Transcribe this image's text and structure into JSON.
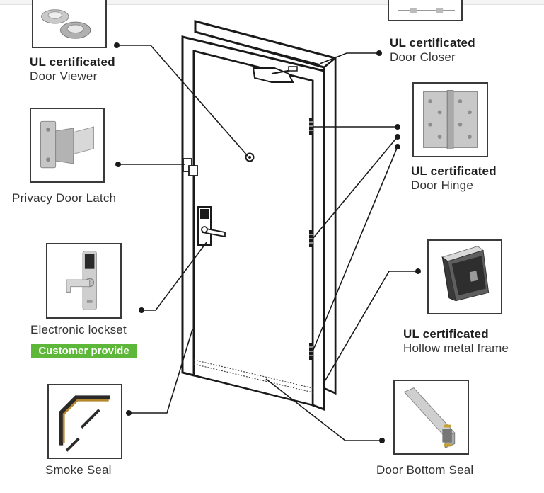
{
  "components": {
    "door_viewer": {
      "cert": "UL certificated",
      "name": "Door Viewer",
      "icon": "door-viewer-icon"
    },
    "door_closer": {
      "cert": "UL certificated",
      "name": "Door Closer",
      "icon": "door-closer-icon"
    },
    "privacy_latch": {
      "name": "Privacy Door Latch",
      "icon": "privacy-latch-icon"
    },
    "door_hinge": {
      "cert": "UL certificated",
      "name": "Door Hinge",
      "icon": "hinge-icon"
    },
    "lockset": {
      "name": "Electronic lockset",
      "badge": "Customer provide",
      "icon": "lockset-icon"
    },
    "frame": {
      "cert": "UL certificated",
      "name": "Hollow metal frame",
      "icon": "frame-icon"
    },
    "smoke_seal": {
      "name": "Smoke Seal",
      "icon": "smoke-seal-icon"
    },
    "bottom_seal": {
      "name": "Door Bottom Seal",
      "icon": "bottom-seal-icon"
    }
  },
  "colors": {
    "badge": "#5db83a",
    "line": "#1a1a1a",
    "box_border": "#3a3a3a"
  }
}
